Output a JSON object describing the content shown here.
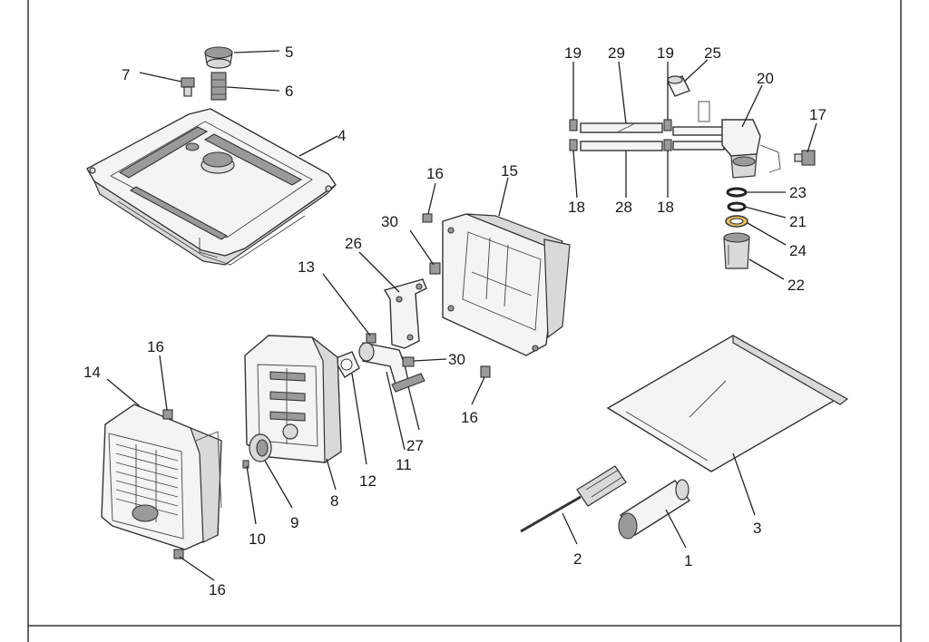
{
  "callouts": [
    {
      "id": "c5",
      "text": "5"
    },
    {
      "id": "c7",
      "text": "7"
    },
    {
      "id": "c6",
      "text": "6"
    },
    {
      "id": "c4",
      "text": "4"
    },
    {
      "id": "c19a",
      "text": "19"
    },
    {
      "id": "c29",
      "text": "29"
    },
    {
      "id": "c19b",
      "text": "19"
    },
    {
      "id": "c25",
      "text": "25"
    },
    {
      "id": "c20",
      "text": "20"
    },
    {
      "id": "c17",
      "text": "17"
    },
    {
      "id": "c18a",
      "text": "18"
    },
    {
      "id": "c28",
      "text": "28"
    },
    {
      "id": "c18b",
      "text": "18"
    },
    {
      "id": "c23",
      "text": "23"
    },
    {
      "id": "c21",
      "text": "21"
    },
    {
      "id": "c24",
      "text": "24"
    },
    {
      "id": "c22",
      "text": "22"
    },
    {
      "id": "c16a",
      "text": "16"
    },
    {
      "id": "c15",
      "text": "15"
    },
    {
      "id": "c30a",
      "text": "30"
    },
    {
      "id": "c26",
      "text": "26"
    },
    {
      "id": "c13",
      "text": "13"
    },
    {
      "id": "c30b",
      "text": "30"
    },
    {
      "id": "c16b",
      "text": "16"
    },
    {
      "id": "c14",
      "text": "14"
    },
    {
      "id": "c16c",
      "text": "16"
    },
    {
      "id": "c27",
      "text": "27"
    },
    {
      "id": "c11",
      "text": "11"
    },
    {
      "id": "c12",
      "text": "12"
    },
    {
      "id": "c8",
      "text": "8"
    },
    {
      "id": "c9",
      "text": "9"
    },
    {
      "id": "c10",
      "text": "10"
    },
    {
      "id": "c16d",
      "text": "16"
    },
    {
      "id": "c3",
      "text": "3"
    },
    {
      "id": "c2",
      "text": "2"
    },
    {
      "id": "c1",
      "text": "1"
    }
  ]
}
